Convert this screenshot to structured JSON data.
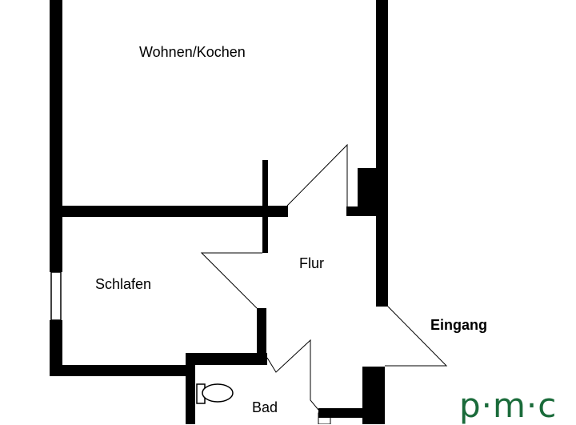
{
  "rooms": {
    "wohnen_kochen": "Wohnen/Kochen",
    "schlafen": "Schlafen",
    "flur": "Flur",
    "bad": "Bad"
  },
  "entrance": "Eingang",
  "logo": {
    "text": "p·m·c",
    "color": "#1a6b3a"
  },
  "colors": {
    "wall": "#000000",
    "background": "#ffffff"
  }
}
